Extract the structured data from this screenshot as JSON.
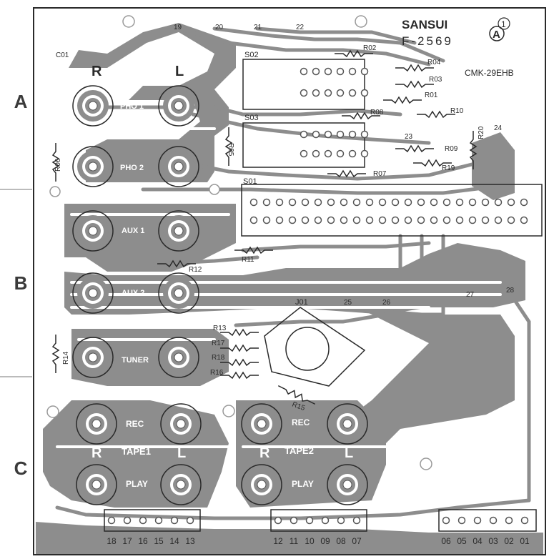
{
  "header": {
    "brand": "SANSUI",
    "model": "F-2569",
    "code": "CMK-29EHB",
    "rev_number": "1",
    "rev_letter": "A"
  },
  "sections": [
    "A",
    "B",
    "C"
  ],
  "jacks": {
    "channel_left": "L",
    "channel_right": "R",
    "pho1": "PHO 1",
    "pho2": "PHO 2",
    "aux1": "AUX 1",
    "aux2": "AUX 2",
    "tuner": "TUNER",
    "rec": "REC",
    "play": "PLAY",
    "tape1": "TAPE1",
    "tape2": "TAPE2"
  },
  "switches": {
    "s01": "S01",
    "s02": "S02",
    "s03": "S03",
    "j01": "J01"
  },
  "components": {
    "c01": "C01",
    "r01": "R01",
    "r02": "R02",
    "r03": "R03",
    "r04": "R04",
    "r05": "R05",
    "r06": "R06",
    "r07": "R07",
    "r08": "R08",
    "r09": "R09",
    "r10": "R10",
    "r11": "R11",
    "r12": "R12",
    "r13": "R13",
    "r14": "R14",
    "r15": "R15",
    "r16": "R16",
    "r17": "R17",
    "r18": "R18",
    "r19": "R19",
    "r20": "R20"
  },
  "points": {
    "p19": "19",
    "p20": "20",
    "p21": "21",
    "p22": "22",
    "p23": "23",
    "p24": "24",
    "p25": "25",
    "p26": "26",
    "p27": "27",
    "p28": "28"
  },
  "connector_left": [
    "18",
    "17",
    "16",
    "15",
    "14",
    "13"
  ],
  "connector_mid": [
    "12",
    "11",
    "10",
    "09",
    "08",
    "07"
  ],
  "connector_right": [
    "06",
    "05",
    "04",
    "03",
    "02",
    "01"
  ]
}
